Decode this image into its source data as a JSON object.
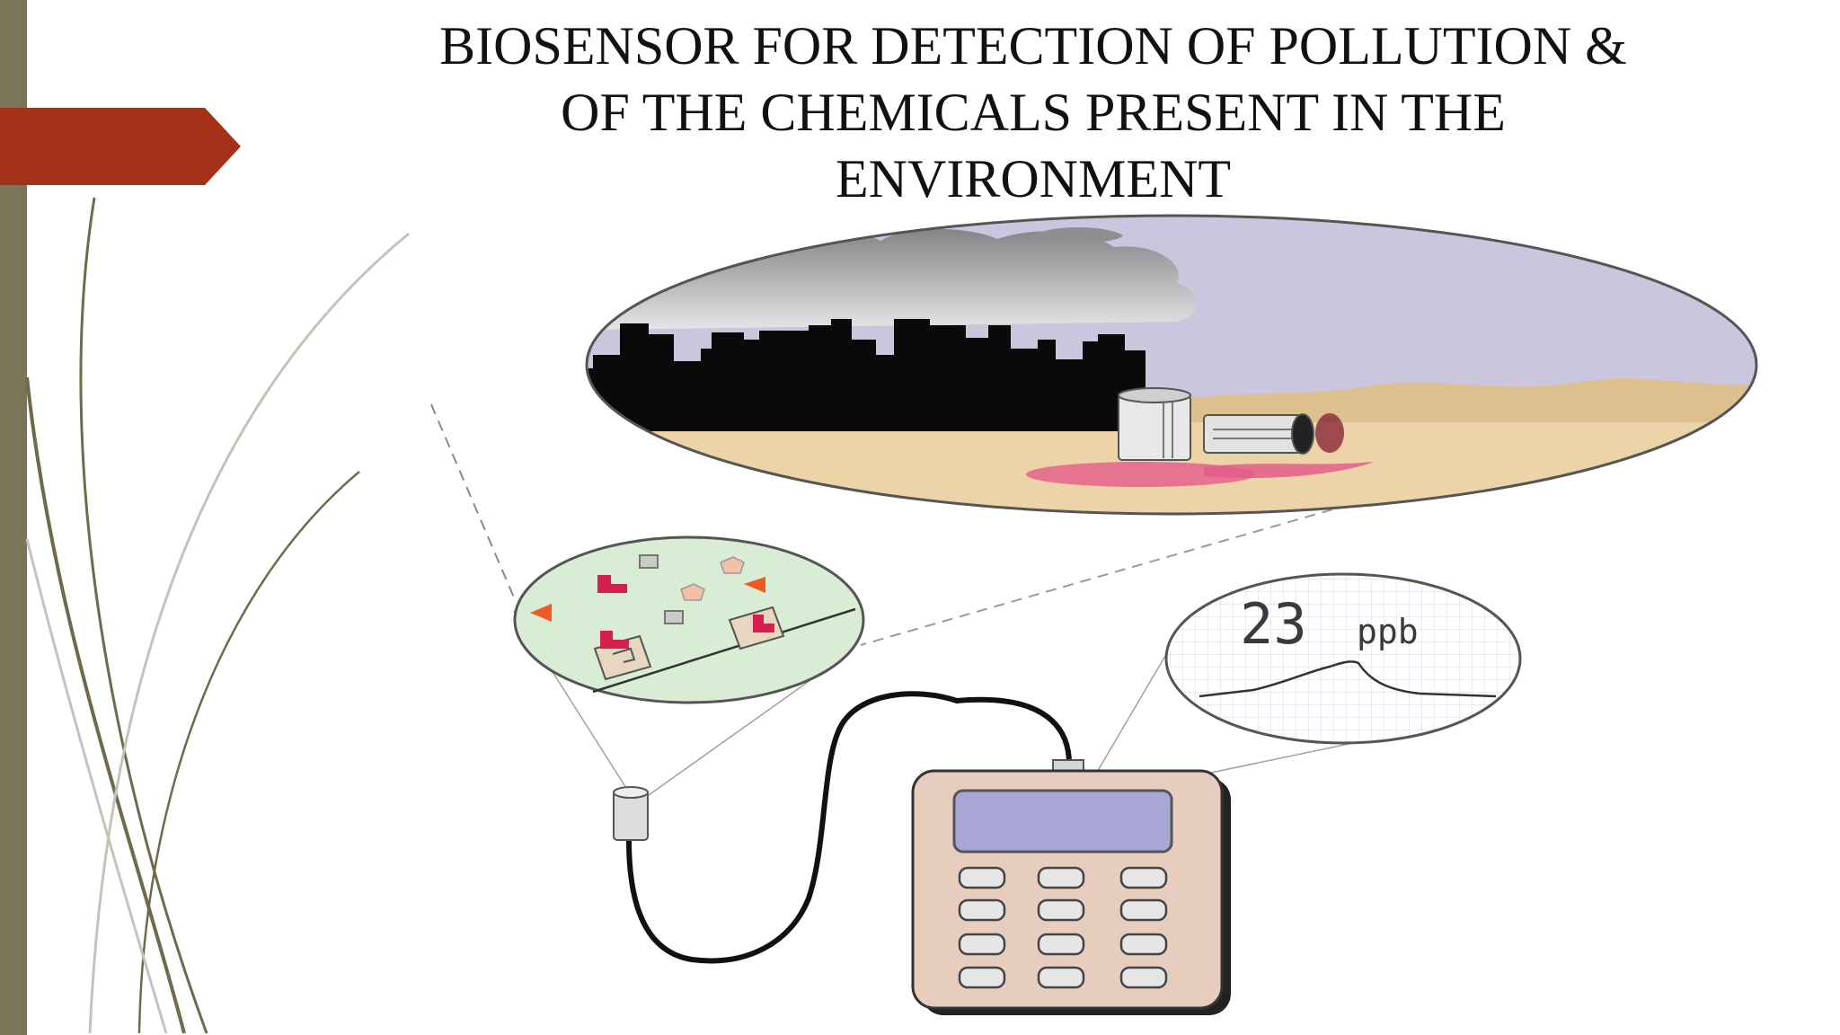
{
  "slide": {
    "title_lines": [
      "BIOSENSOR FOR DETECTION OF POLLUTION &",
      "OF THE CHEMICALS PRESENT IN THE",
      "ENVIRONMENT"
    ]
  },
  "readout": {
    "value": "23",
    "unit": "ppb"
  },
  "colors": {
    "sidebar": "#7b7458",
    "accent_tab": "#a53119",
    "sky": "#c9c6de",
    "ground": "#edd3a8",
    "sample_circle": "#d9ecd4",
    "device_body": "#e6cdbd",
    "device_screen": "#a7a6d4"
  },
  "icons": {
    "smoke_cloud": "smoke-cloud-icon",
    "city_skyline": "city-skyline-icon",
    "waste_barrels": "barrel-icon",
    "probe": "probe-icon",
    "device": "handheld-device-icon"
  }
}
